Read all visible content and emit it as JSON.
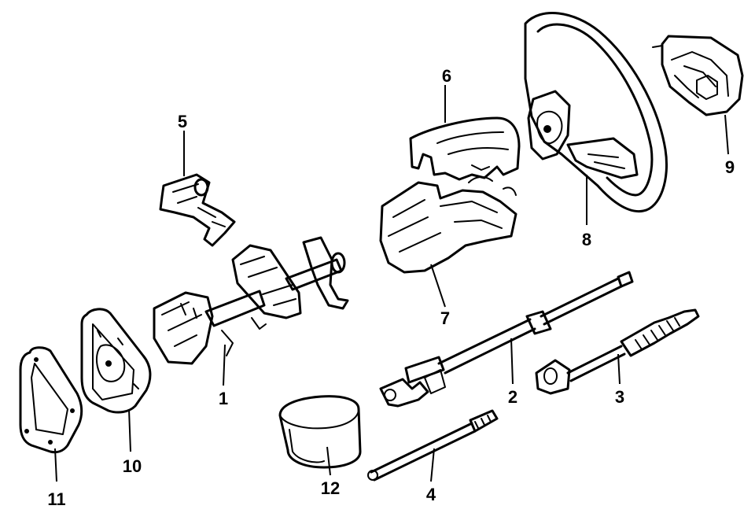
{
  "diagram": {
    "colors": {
      "ink": "#000000",
      "background": "#ffffff"
    },
    "callouts": [
      "1",
      "2",
      "3",
      "4",
      "5",
      "6",
      "7",
      "8",
      "9",
      "10",
      "11",
      "12"
    ]
  }
}
